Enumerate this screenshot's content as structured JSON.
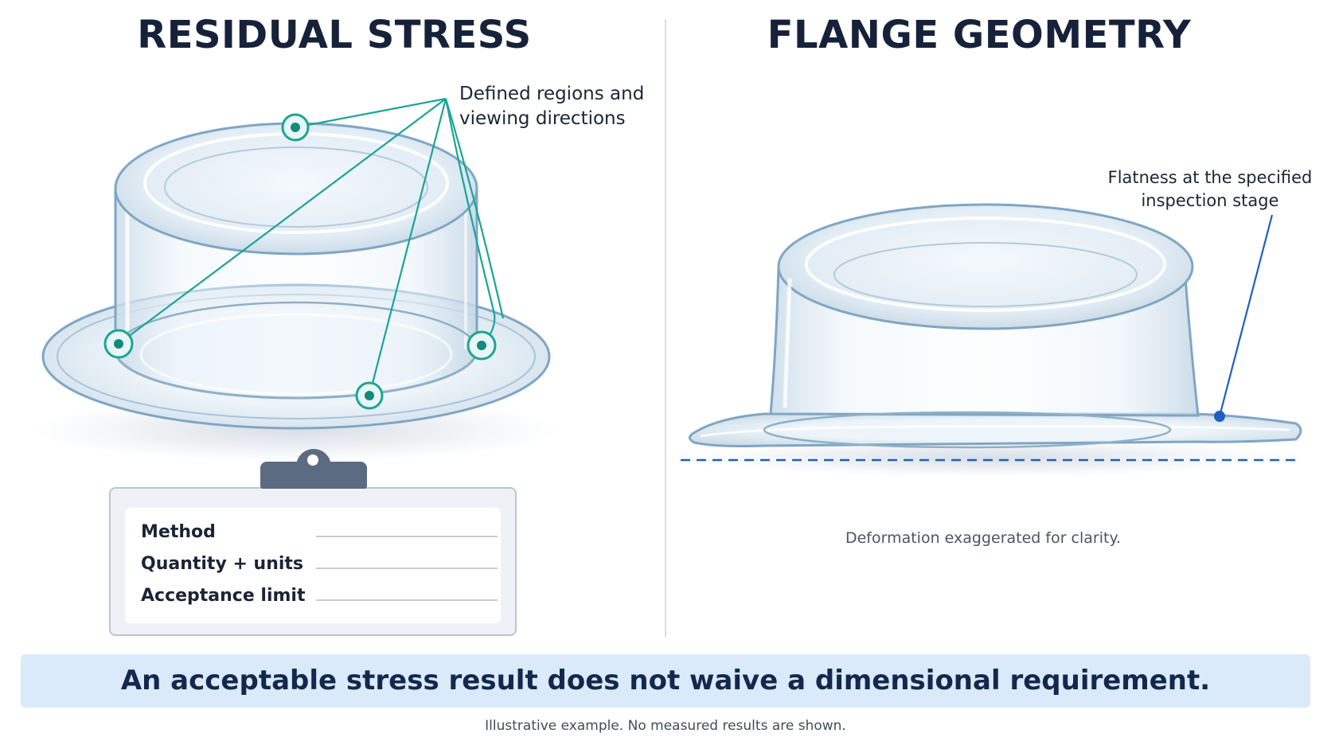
{
  "left_panel": {
    "title": "RESIDUAL STRESS",
    "callout": "Defined regions and viewing directions",
    "checklist": {
      "fields": [
        {
          "label": "Method"
        },
        {
          "label": "Quantity + units"
        },
        {
          "label": "Acceptance limit"
        }
      ]
    }
  },
  "right_panel": {
    "title": "FLANGE GEOMETRY",
    "callout": "Flatness at the specified inspection stage",
    "note": "Deformation exaggerated for clarity."
  },
  "banner": {
    "text": "An acceptable stress result does not waive a dimensional requirement."
  },
  "footnote": "Illustrative example. No measured results are shown.",
  "colors": {
    "accent_teal": "#1aa596",
    "accent_blue": "#1f5fbf",
    "glass_edge": "#7fa6c4",
    "banner_bg": "#dbeafb"
  }
}
